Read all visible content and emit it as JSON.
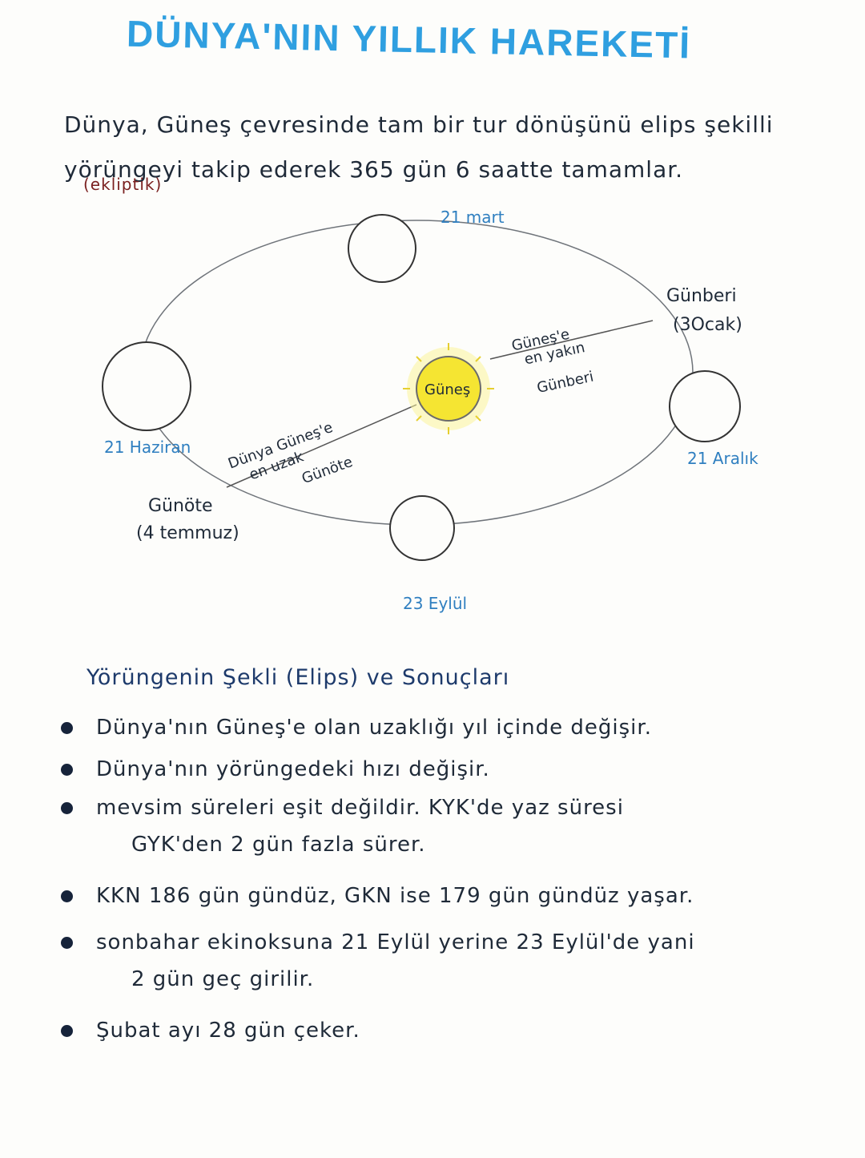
{
  "title": "DÜNYA'NIN YILLIK HAREKETİ",
  "intro": {
    "line1": "Dünya, Güneş çevresinde tam bir tur dönüşünü elips şekilli",
    "line2": "yörüngeyi takip ederek 365 gün 6 saatte tamamlar.",
    "note": "(ekliptik)"
  },
  "diagram": {
    "sun_label": "Güneş",
    "earth_positions": {
      "top": "21 mart",
      "left": "21 Haziran",
      "right": "21 Aralık",
      "bottom": "23 Eylül"
    },
    "perihelion": {
      "title": "Günberi",
      "date": "(3Ocak)",
      "line_text_1": "Güneş'e",
      "line_text_2": "en yakın",
      "line_label": "Günberi"
    },
    "aphelion": {
      "title": "Günöte",
      "date": "(4 temmuz)",
      "line_text_1": "Dünya Güneş'e",
      "line_text_2": "en uzak",
      "line_label": "Günöte"
    }
  },
  "subheading": "Yörüngenin Şekli (Elips) ve Sonuçları",
  "bullets": [
    {
      "text": "Dünya'nın Güneş'e olan uzaklığı yıl içinde değişir.",
      "cont": ""
    },
    {
      "text": "Dünya'nın yörüngedeki hızı değişir.",
      "cont": ""
    },
    {
      "text": "mevsim süreleri eşit değildir. KYK'de yaz süresi",
      "cont": "GYK'den 2 gün fazla sürer."
    },
    {
      "text": "KKN 186 gün gündüz, GKN ise 179 gün gündüz yaşar.",
      "cont": ""
    },
    {
      "text": "sonbahar ekinoksuna 21 Eylül yerine 23 Eylül'de yani",
      "cont": "2 gün geç girilir."
    },
    {
      "text": "Şubat ayı 28 gün çeker.",
      "cont": ""
    }
  ],
  "colors": {
    "title": "#2f9fe0",
    "sun": "#f5e532",
    "date_labels": "#2f7fc0",
    "note": "#7a1f1f"
  }
}
